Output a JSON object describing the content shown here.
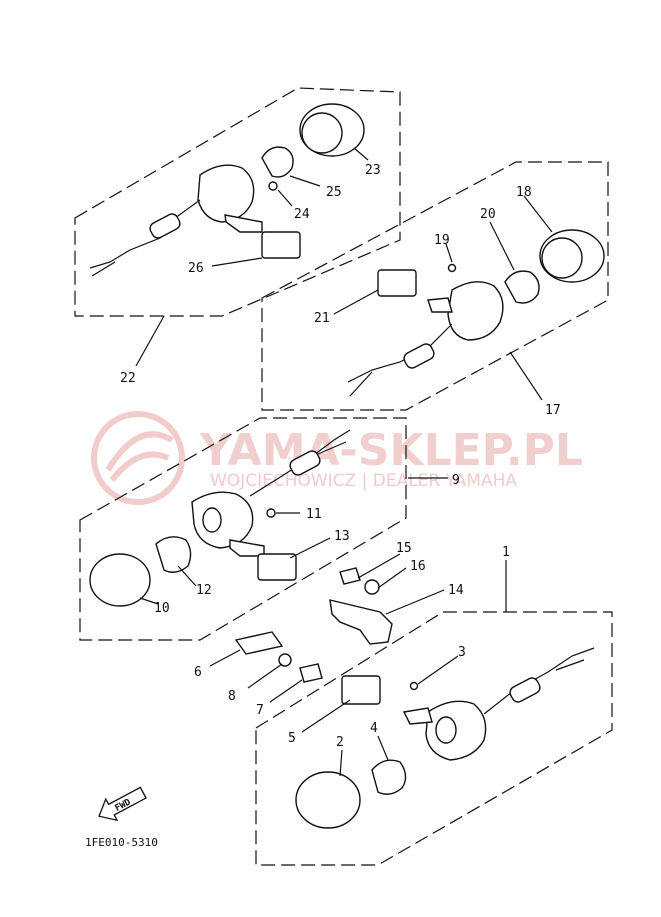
{
  "watermark": {
    "title": "YAMA-SKLEP.PL",
    "subtitle": "WOJCIECHOWICZ | DEALER YAMAHA",
    "color": "#e9a9a9"
  },
  "diagram_code": "1FE010-5310",
  "fwd_label": "FWD",
  "callouts": {
    "c1": "1",
    "c2": "2",
    "c3": "3",
    "c4": "4",
    "c5": "5",
    "c6": "6",
    "c7": "7",
    "c8": "8",
    "c9": "9",
    "c10": "10",
    "c11": "11",
    "c12": "12",
    "c13": "13",
    "c14": "14",
    "c15": "15",
    "c16": "16",
    "c17": "17",
    "c18": "18",
    "c19": "19",
    "c20": "20",
    "c21": "21",
    "c22": "22",
    "c23": "23",
    "c24": "24",
    "c25": "25",
    "c26": "26"
  }
}
